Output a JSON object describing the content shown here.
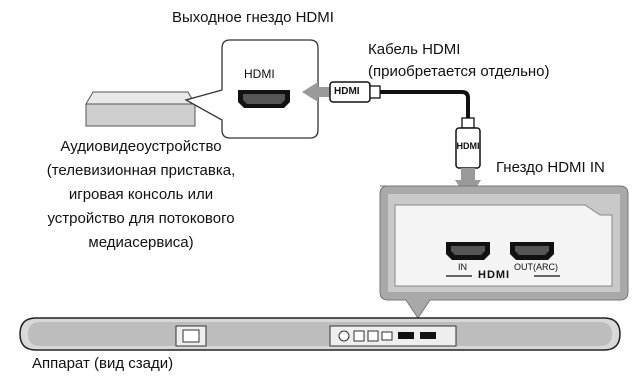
{
  "labels": {
    "hdmi_output_jack": "Выходное гнездо HDMI",
    "cable_line1": "Кабель HDMI",
    "cable_line2": "(приобретается отдельно)",
    "hdmi_in_jack": "Гнездо HDMI IN",
    "device_line1": "Аудиовидеоустройство",
    "device_line2": "(телевизионная приставка,",
    "device_line3": "игровая консоль или",
    "device_line4": "устройство для потокового",
    "device_line5": "медиасервиса)",
    "unit_rear": "Аппарат (вид сзади)"
  },
  "marks": {
    "device_port": "HDMI",
    "plug_left": "HDMI",
    "plug_down": "HDMI",
    "port_in": "IN",
    "port_out": "OUT(ARC)",
    "panel_logo": "HDMI"
  },
  "icons": [
    "av-device-icon",
    "cable-plug-icon",
    "arrow-left-icon",
    "arrow-down-icon",
    "hdmi-port-icon",
    "soundbar-icon"
  ]
}
